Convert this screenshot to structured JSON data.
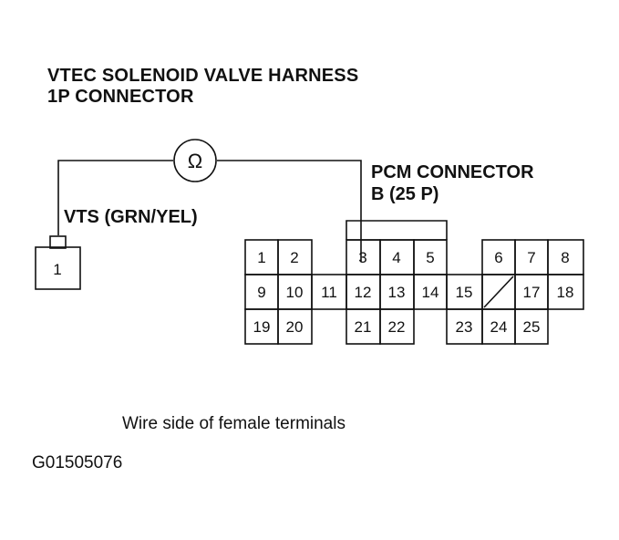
{
  "title": {
    "line1": "VTEC SOLENOID VALVE HARNESS",
    "line2": "1P CONNECTOR"
  },
  "meter_symbol": "Ω",
  "wire_label": "VTS (GRN/YEL)",
  "solenoid_connector": {
    "terminal": "1"
  },
  "pcm_connector": {
    "line1": "PCM CONNECTOR",
    "line2": "B (25 P)",
    "terminals": [
      "1",
      "2",
      "3",
      "4",
      "5",
      "6",
      "7",
      "8",
      "9",
      "10",
      "11",
      "12",
      "13",
      "14",
      "15",
      "17",
      "18",
      "19",
      "20",
      "21",
      "22",
      "23",
      "24",
      "25"
    ]
  },
  "caption": "Wire side of female terminals",
  "figure_id": "G01505076"
}
